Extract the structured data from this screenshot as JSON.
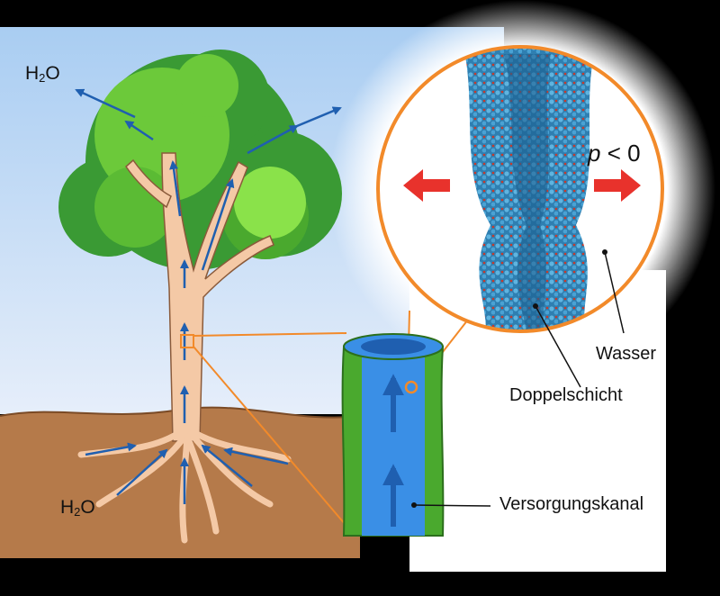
{
  "labels": {
    "h2o_top": {
      "main": "H",
      "sub": "2",
      "rest": "O"
    },
    "h2o_bottom": {
      "main": "H",
      "sub": "2",
      "rest": "O"
    },
    "pressure": {
      "variable": "p",
      "relation": " < 0"
    },
    "wasser": "Wasser",
    "doppelschicht": "Doppelschicht",
    "versorgungskanal": "Versorgungskanal"
  },
  "colors": {
    "background": "#000000",
    "sky": "#c6dcf5",
    "soil": "#b57a4a",
    "leaves_dark": "#3a9a34",
    "leaves_light": "#7ddb3c",
    "trunk": "#f4c9a6",
    "flow_arrow": "#1f5fb0",
    "magnifier_ring": "#f28a2a",
    "pressure_arrow": "#e8322c",
    "vessel_wall": "#4aa92e",
    "vessel_water": "#3a8fe6",
    "molecule_blue": "#3d8fbf",
    "molecule_red": "#c8392b"
  },
  "icons": [
    "arrow-left-icon",
    "arrow-right-icon"
  ]
}
